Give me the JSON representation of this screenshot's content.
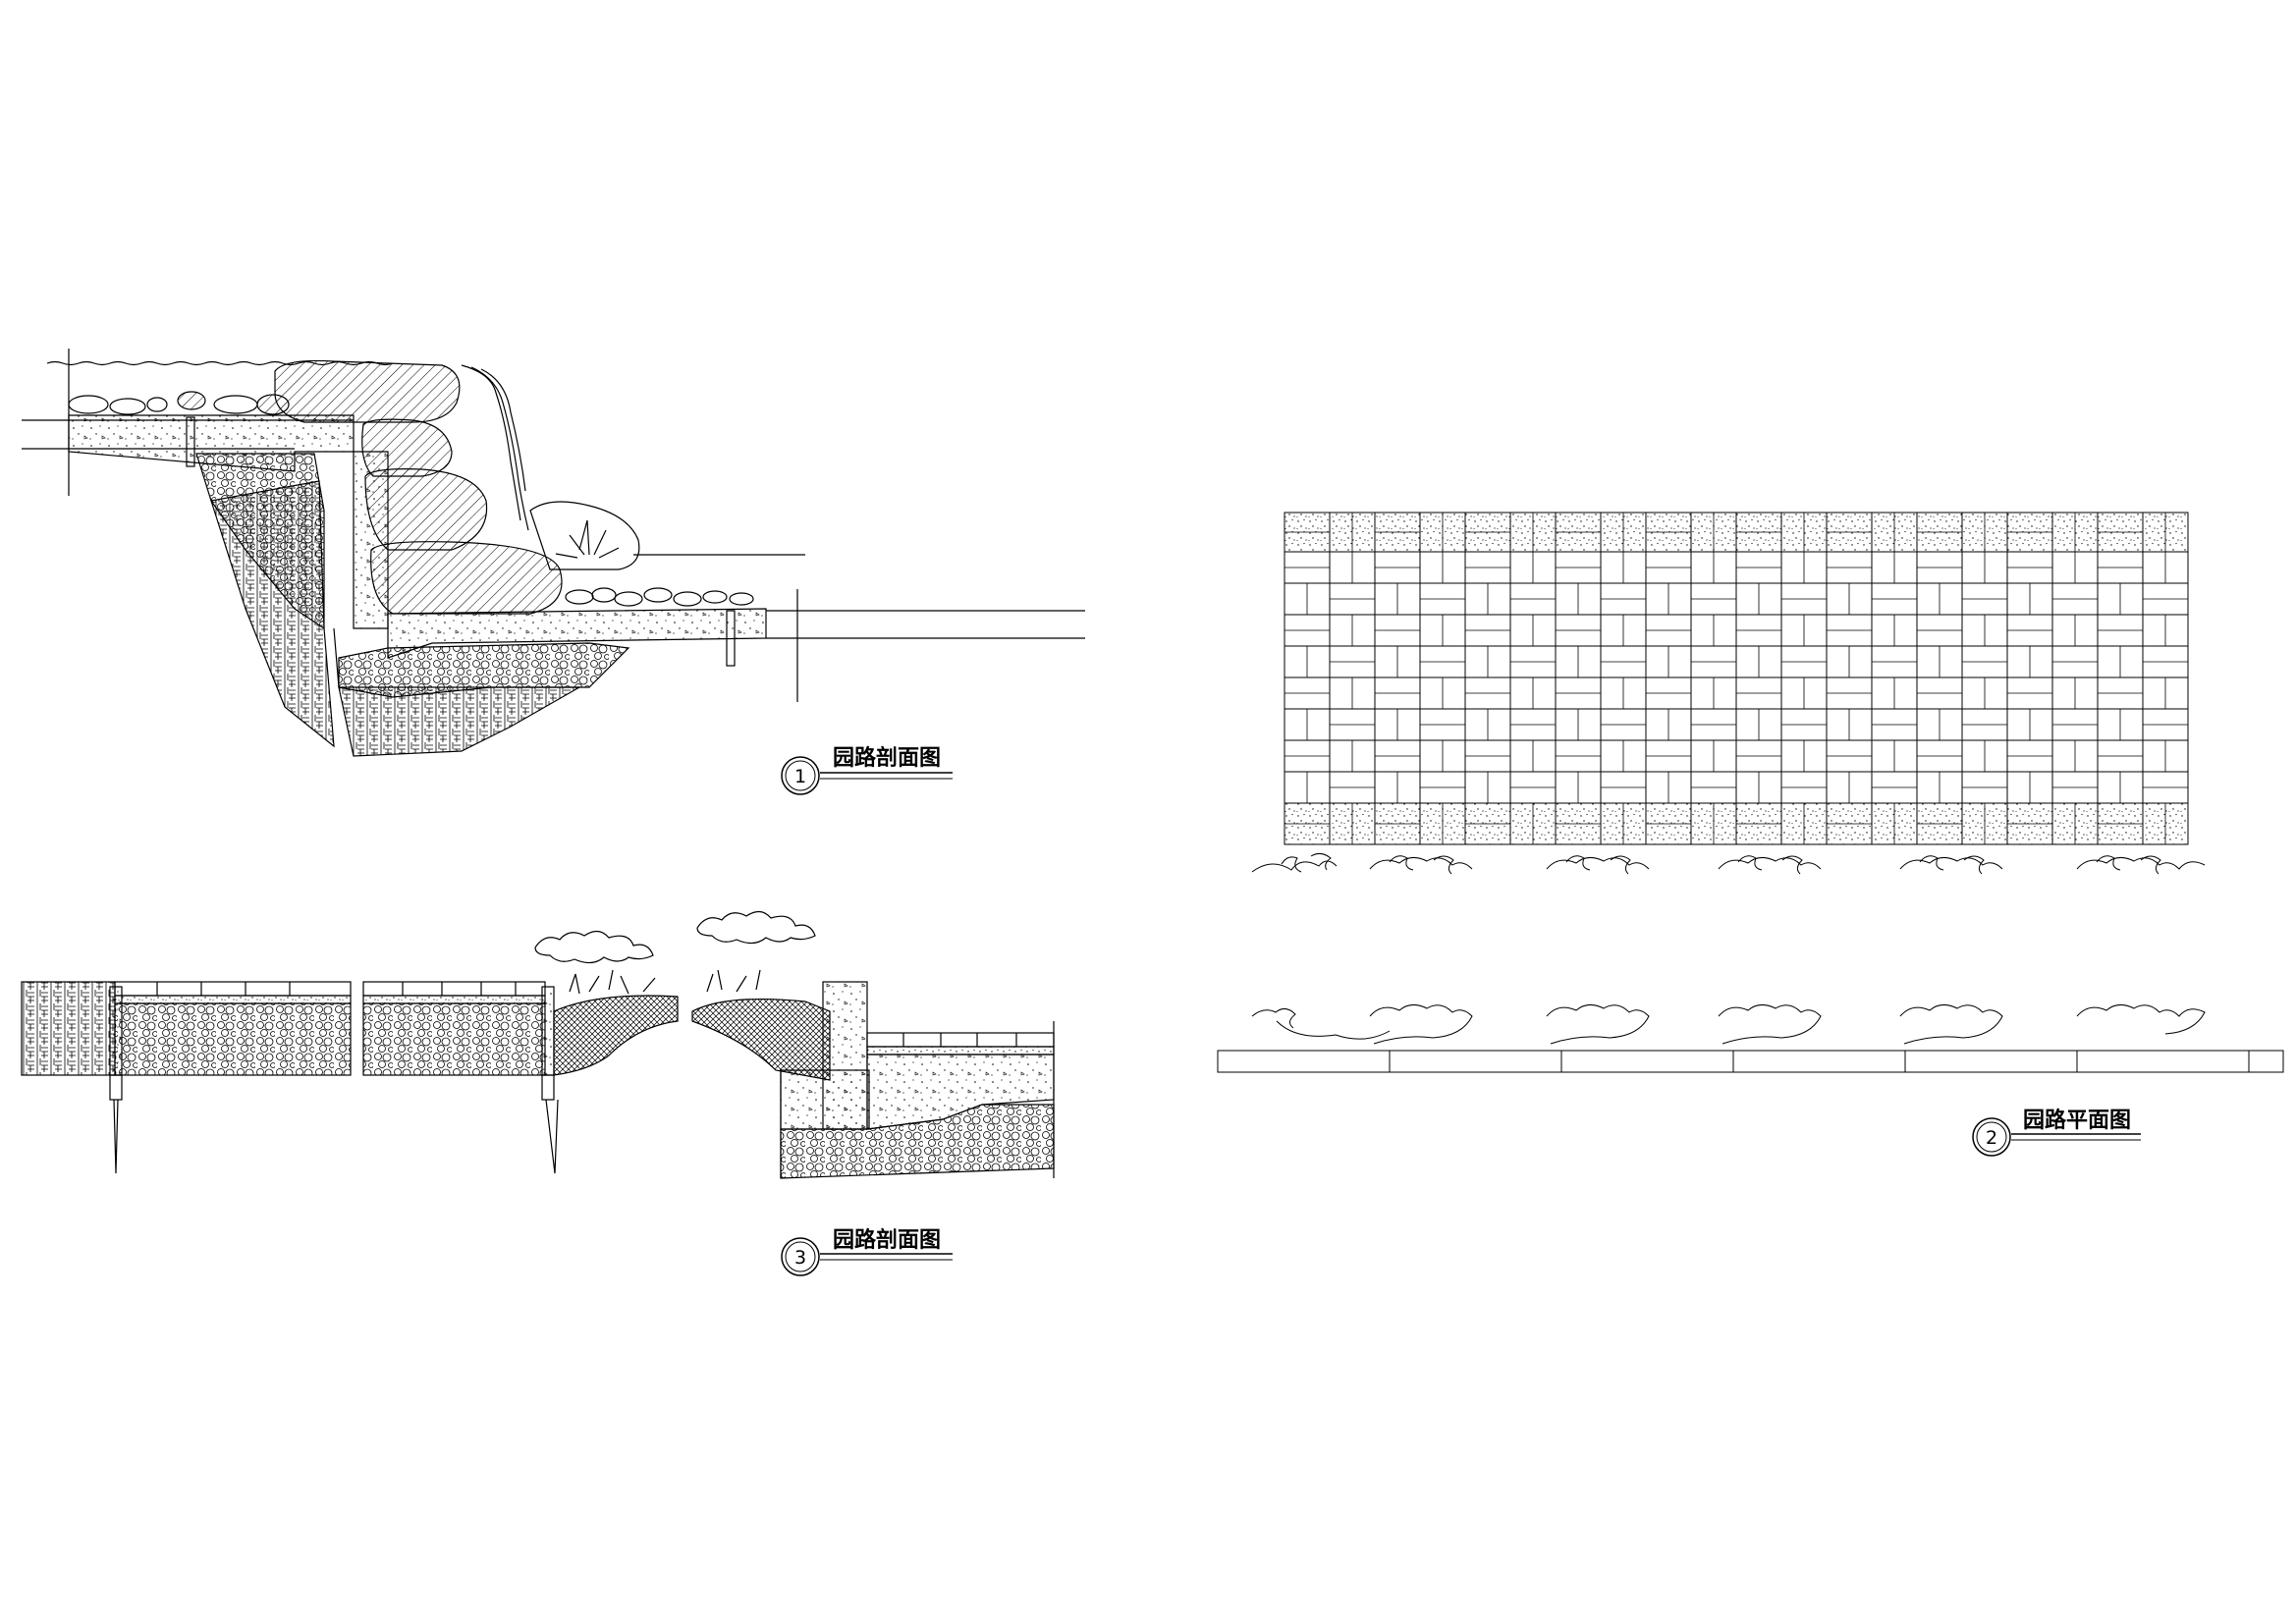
{
  "drawing": {
    "labels": [
      {
        "number": "1",
        "title": "园路剖面图"
      },
      {
        "number": "3",
        "title": "园路剖面图"
      },
      {
        "number": "2",
        "title": "园路平面图"
      }
    ]
  },
  "plan": {
    "pattern": "basket-weave paver field with speckled granite border courses",
    "rows": 10,
    "cols": 20
  },
  "colors": {
    "line": "#000000",
    "paper": "#ffffff"
  }
}
